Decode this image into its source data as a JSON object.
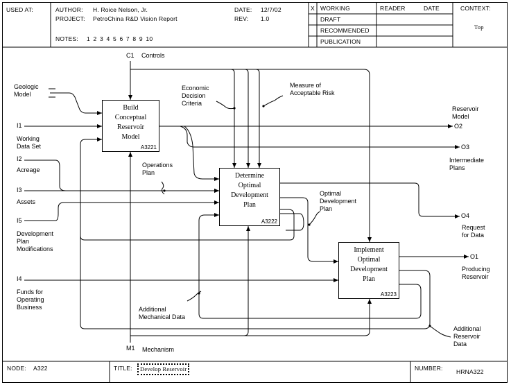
{
  "header": {
    "used_at": "USED AT:",
    "author_label": "AUTHOR:",
    "author": "H. Roice Nelson, Jr.",
    "project_label": "PROJECT:",
    "project": "PetroChina R&D Vision Report",
    "date_label": "DATE:",
    "date": "12/7/02",
    "rev_label": "REV:",
    "rev": "1.0",
    "notes_label": "NOTES:",
    "notes": "1  2  3  4  5  6  7  8  9  10",
    "status_mark": "X",
    "status": [
      "WORKING",
      "DRAFT",
      "RECOMMENDED",
      "PUBLICATION"
    ],
    "reader_label": "READER",
    "reader_date_label": "DATE",
    "context_label": "CONTEXT:",
    "context_value": "Top"
  },
  "footer": {
    "node_label": "NODE:",
    "node": "A322",
    "title_label": "TITLE:",
    "title": "Develop Reservoir",
    "number_label": "NUMBER:",
    "number": "HRNA322"
  },
  "boxes": [
    {
      "title": "Build\nConceptual\nReservoir\nModel",
      "num": "A3221"
    },
    {
      "title": "Determine\nOptimal\nDevelopment\nPlan",
      "num": "A3222"
    },
    {
      "title": "Implement\nOptimal\nDevelopment\nPlan",
      "num": "A3223"
    }
  ],
  "labels": {
    "c1": "C1",
    "controls": "Controls",
    "geologic_model": "Geologic\nModel",
    "i1": "I1",
    "working_data_set": "Working\nData Set",
    "i2": "I2",
    "acreage": "Acreage",
    "i3": "I3",
    "assets": "Assets",
    "i5": "I5",
    "dev_plan_mods": "Development\nPlan\nModifications",
    "i4": "I4",
    "funds": "Funds for\nOperating\nBusiness",
    "economic_criteria": "Economic\nDecision\nCriteria",
    "measure_risk": "Measure of\nAcceptable Risk",
    "operations_plan": "Operations\nPlan",
    "optimal_dev_plan": "Optimal\nDevelopment\nPlan",
    "additional_mech_data": "Additional\nMechanical Data",
    "additional_res_data": "Additional\nReservoir\nData",
    "reservoir_model": "Reservoir\nModel",
    "o2": "O2",
    "o3": "O3",
    "intermediate_plans": "Intermediate\nPlans",
    "o4": "O4",
    "request_for_data": "Request\nfor Data",
    "o1": "O1",
    "producing_reservoir": "Producing\nReservoir",
    "m1": "M1",
    "mechanism": "Mechanism"
  }
}
